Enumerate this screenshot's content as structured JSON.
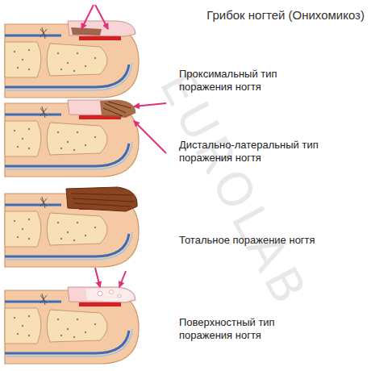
{
  "diagram": {
    "title": "Грибок ногтей (Онихомикоз)",
    "labels": [
      "Проксимальный тип поражения ногтя",
      "Дистально-латеральный тип поражения ногтя",
      "Тотальное поражение ногтя",
      "Поверхностный тип поражения ногтя",
      "EUROLAB"
    ]
  }
}
